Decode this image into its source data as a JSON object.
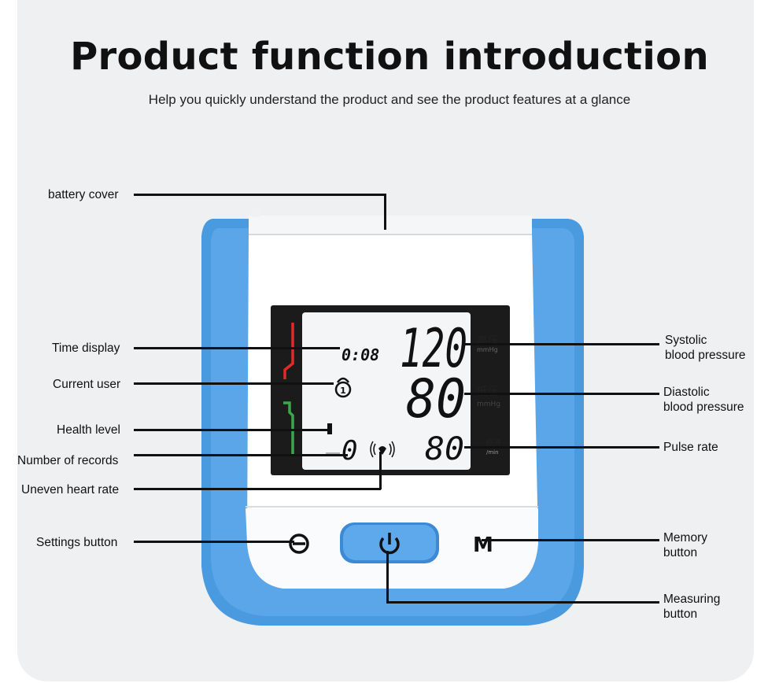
{
  "header": {
    "title": "Product function introduction",
    "subtitle": "Help you quickly understand the product and see the product features at a glance"
  },
  "labels": {
    "battery_cover": "battery cover",
    "time_display": "Time display",
    "current_user": "Current user",
    "health_level": "Health level",
    "number_of_records": "Number of records",
    "uneven_heart_rate": "Uneven heart rate",
    "settings_button": "Settings button",
    "systolic_line1": "Systolic",
    "systolic_line2": "blood pressure",
    "diastolic_line1": "Diastolic",
    "diastolic_line2": "blood pressure",
    "pulse_rate": "Pulse rate",
    "memory_line1": "Memory",
    "memory_line2": "button",
    "measuring_line1": "Measuring",
    "measuring_line2": "button"
  },
  "display": {
    "time": "0:08",
    "systolic": "120",
    "diastolic": "80",
    "pulse": "80",
    "records": "0",
    "systolic_cn": "高压",
    "diastolic_cn": "低压",
    "pulse_cn": "脉搏",
    "unit": "mmHg",
    "pulse_unit": "/min",
    "memory_symbol": "M",
    "user_number": "1"
  },
  "colors": {
    "shell_blue": "#4a9ae0",
    "button_blue": "#5ea8ec",
    "lcd_bg": "#f4f5f7",
    "bezel": "#1b1b1b",
    "health_red": "#e02a2a",
    "health_green": "#3aa84a"
  },
  "icons": {
    "settings": "settings-icon",
    "power": "power-icon",
    "memory": "memory-icon",
    "user": "user-icon",
    "heart_signal": "heart-signal-icon"
  }
}
